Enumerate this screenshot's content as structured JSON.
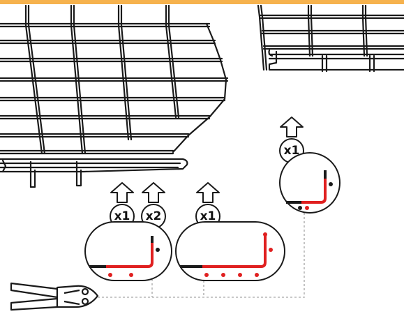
{
  "colors": {
    "accent_bar": "#f6b24d",
    "wire": "#1a1a1a",
    "cut_marker": "#e02020",
    "guide_line": "#b5b5b5"
  },
  "icons": [
    "arrow-up-icon",
    "bolt-cutter-icon"
  ],
  "callouts": [
    {
      "id": "cut-1",
      "quantity": "x1"
    },
    {
      "id": "cut-2",
      "quantity": "x2"
    },
    {
      "id": "cut-3",
      "quantity": "x1"
    },
    {
      "id": "cut-4",
      "quantity": "x1"
    }
  ]
}
